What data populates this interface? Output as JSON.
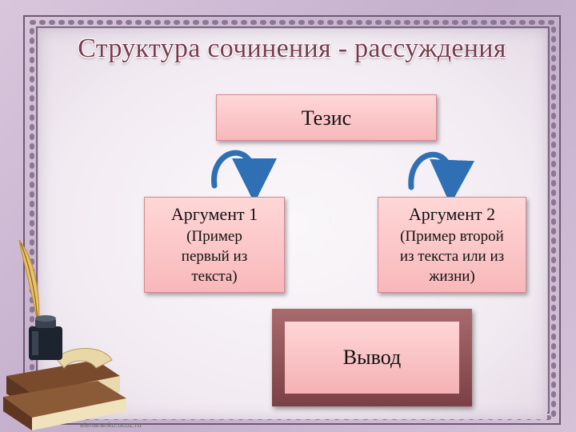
{
  "title": "Структура сочинения - рассуждения",
  "thesis": {
    "label": "Тезис"
  },
  "argument1": {
    "heading": "Аргумент 1",
    "lines": [
      "(Пример",
      "первый из",
      "текста)"
    ]
  },
  "argument2": {
    "heading": "Аргумент 2",
    "lines": [
      "(Пример второй",
      "из текста или из",
      "жизни)"
    ]
  },
  "conclusion": {
    "label": "Вывод"
  },
  "watermark": "elenaranko.ucoz.ru",
  "icons": [
    "curved-arrow-left-icon",
    "curved-arrow-right-icon",
    "quill-inkwell-books-icon"
  ],
  "colors": {
    "title": "#7a3a4e",
    "box_fill": "#f8b8bb",
    "conclusion_frame": "#8c5055",
    "arrow": "#2f6fb4"
  }
}
